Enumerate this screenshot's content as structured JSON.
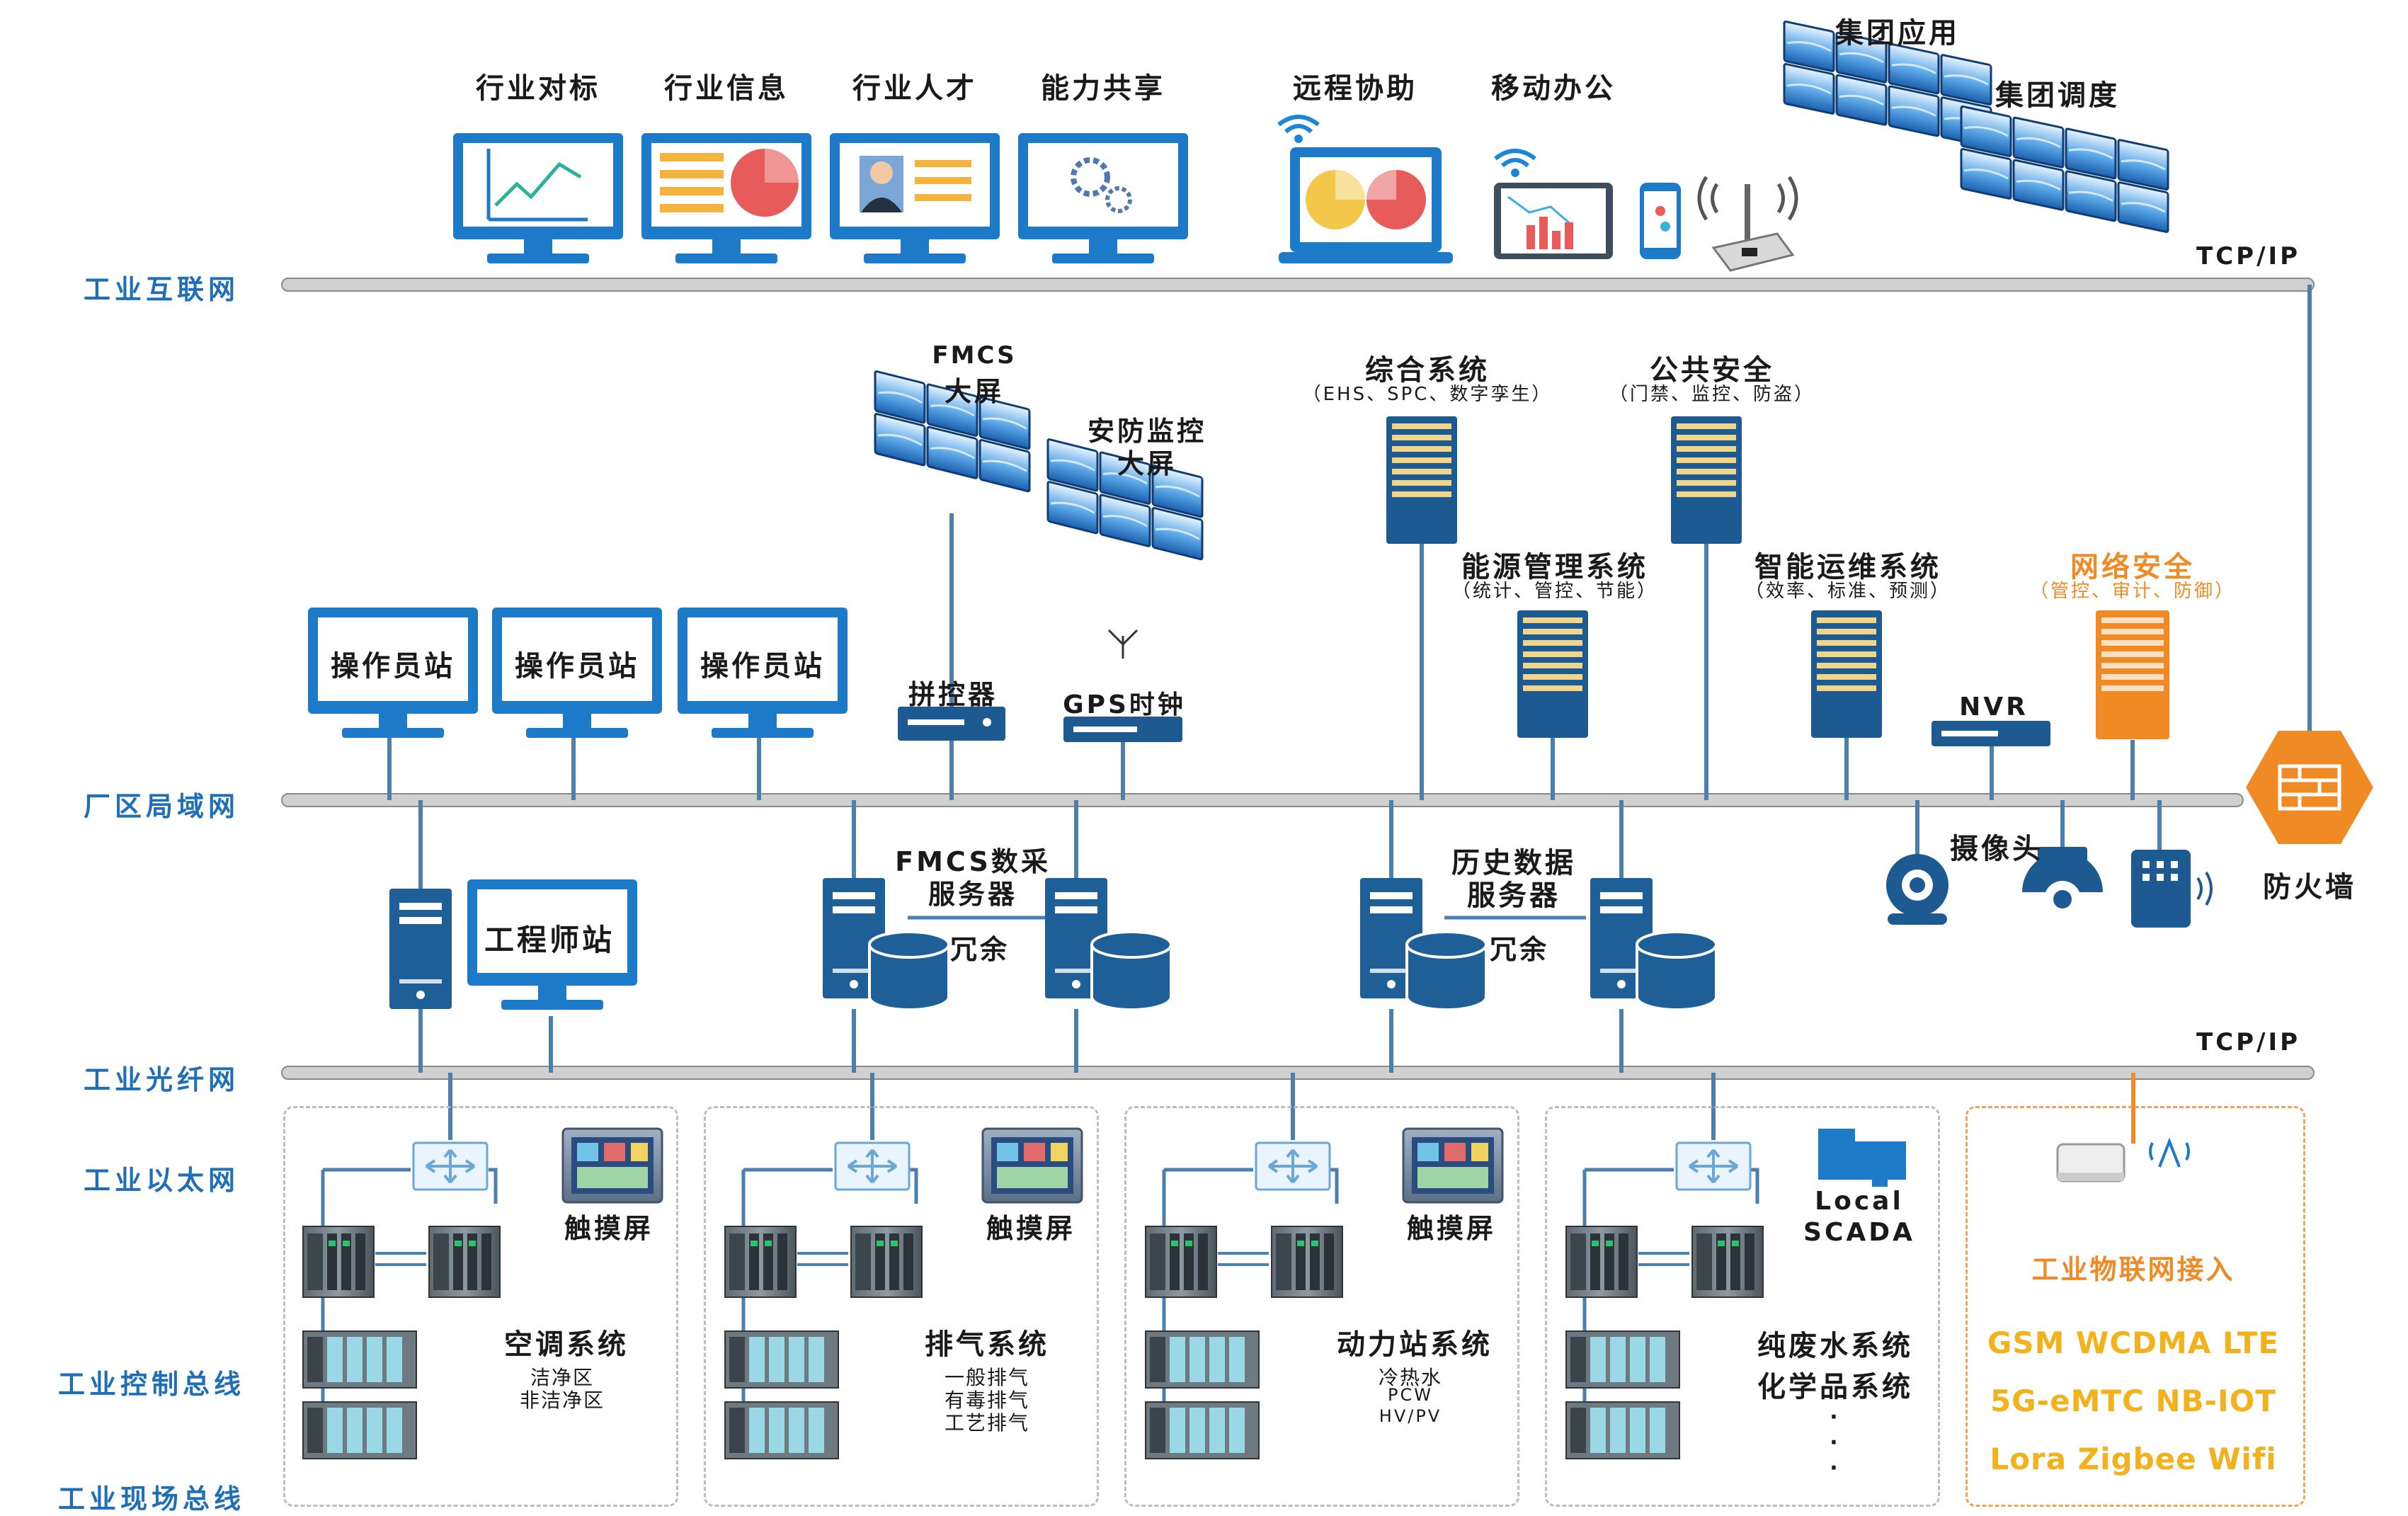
{
  "colors": {
    "blue": "#1f6fb8",
    "dark_blue": "#1a5a8e",
    "orange": "#f08a24",
    "bus": "#bdbdbd"
  },
  "networks": {
    "internet": "工业互联网",
    "lan": "厂区局域网",
    "fiber": "工业光纤网",
    "ethernet": "工业以太网",
    "control_bus": "工业控制总线",
    "field_bus": "工业现场总线"
  },
  "protocols": {
    "tcpip_top": "TCP/IP",
    "tcpip_bottom": "TCP/IP"
  },
  "top_apps": {
    "benchmark": "行业对标",
    "info": "行业信息",
    "talent": "行业人才",
    "capability": "能力共享",
    "remote": "远程协助",
    "mobile": "移动办公",
    "group_app": "集团应用",
    "group_dispatch": "集团调度"
  },
  "lan_nodes": {
    "operator1": "操作员站",
    "operator2": "操作员站",
    "operator3": "操作员站",
    "fmcs_screen_l1": "FMCS",
    "fmcs_screen_l2": "大屏",
    "security_screen_l1": "安防监控",
    "security_screen_l2": "大屏",
    "splicer": "拼控器",
    "gps": "GPS时钟",
    "integrated": "综合系统",
    "integrated_sub": "（EHS、SPC、数字孪生）",
    "public_safety": "公共安全",
    "public_safety_sub": "（门禁、监控、防盗）",
    "energy": "能源管理系统",
    "energy_sub": "（统计、管控、节能）",
    "ops": "智能运维系统",
    "ops_sub": "（效率、标准、预测）",
    "netsec": "网络安全",
    "netsec_sub": "（管控、审计、防御）",
    "nvr": "NVR",
    "camera": "摄像头",
    "firewall": "防火墙"
  },
  "server_nodes": {
    "engineer": "工程师站",
    "fmcs_server_l1": "FMCS数采",
    "fmcs_server_l2": "服务器",
    "fmcs_redundant": "冗余",
    "history_l1": "历史数据",
    "history_l2": "服务器",
    "history_redundant": "冗余"
  },
  "field_groups": [
    {
      "touch": "触摸屏",
      "system": "空调系统",
      "details": [
        "洁净区",
        "非洁净区"
      ]
    },
    {
      "touch": "触摸屏",
      "system": "排气系统",
      "details": [
        "一般排气",
        "有毒排气",
        "工艺排气"
      ]
    },
    {
      "touch": "触摸屏",
      "system": "动力站系统",
      "details": [
        "冷热水",
        "PCW",
        "HV/PV"
      ]
    },
    {
      "touch_l1": "Local",
      "touch_l2": "SCADA",
      "system": "纯废水系统",
      "system2": "化学品系统",
      "dots": [
        "·",
        "·",
        "·"
      ]
    }
  ],
  "iot": {
    "title": "工业物联网接入",
    "line1": "GSM WCDMA LTE",
    "line2": "5G-eMTC NB-IOT",
    "line3": "Lora Zigbee Wifi"
  }
}
